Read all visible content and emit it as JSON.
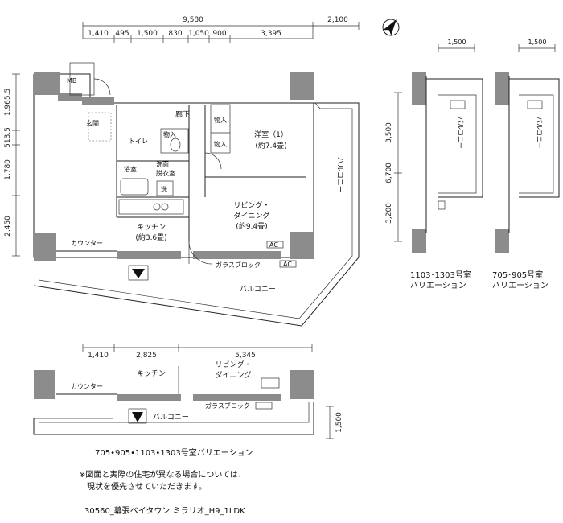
{
  "main_plan": {
    "top_dims": {
      "overall": "9,580",
      "balcony": "2,100",
      "segments": [
        "1,410",
        "495",
        "1,500",
        "830",
        "1,050",
        "900",
        "3,395"
      ]
    },
    "left_dims": [
      "1,965.5",
      "513.5",
      "1,780",
      "2,450"
    ],
    "rooms": {
      "mb": "MB",
      "entrance": "玄関",
      "hall": "廊下",
      "toilet": "トイレ",
      "storage1": "物入",
      "storage2": "物入",
      "storage3": "物入",
      "western": "洋室（1）",
      "western_size": "(約7.4畳)",
      "bath": "浴室",
      "washroom": "洗面",
      "dressing": "脱衣室",
      "washer": "洗",
      "living": "リビング・",
      "dining": "ダイニング",
      "living_size": "(約9.4畳)",
      "kitchen": "キッチン",
      "kitchen_size": "(約3.6畳)",
      "counter": "カウンター",
      "glass_block": "ガラスブロック",
      "ac1": "AC",
      "ac2": "AC",
      "balcony_main": "バルコニー",
      "balcony_side": "バルコニー"
    }
  },
  "variations": {
    "var_a": {
      "width_dim": "1,500",
      "dims": [
        "3,500",
        "6,700",
        "3,200"
      ],
      "balcony": "バルコニー",
      "caption_line1": "1103･1303号室",
      "caption_line2": "バリエーション"
    },
    "var_b": {
      "width_dim": "1,500",
      "balcony": "バルコニー",
      "caption_line1": "705･905号室",
      "caption_line2": "バリエーション"
    },
    "var_c": {
      "dims": [
        "1,410",
        "2,825",
        "5,345"
      ],
      "right_dim": "1,500",
      "kitchen": "キッチン",
      "living": "リビング・",
      "dining": "ダイニング",
      "counter": "カウンター",
      "glass_block": "ガラスブロック",
      "balcony": "バルコニー",
      "caption": "705•905•1103•1303号室バリエーション"
    }
  },
  "notes": {
    "note_line1": "※図面と実際の住宅が異なる場合については、",
    "note_line2": "現状を優先させていただきます。",
    "footer": "30560_幕張ベイタウン ミラリオ_H9_1LDK"
  }
}
